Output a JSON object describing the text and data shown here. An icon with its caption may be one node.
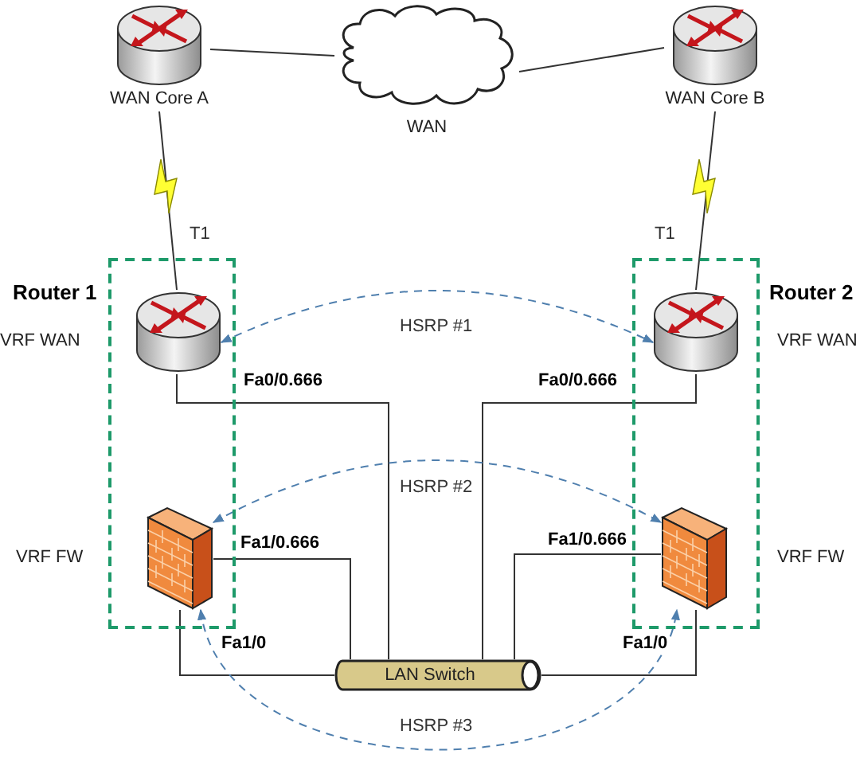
{
  "diagram": {
    "nodes": [
      {
        "text": [
          "WAN Core A"
        ]
      },
      {
        "text": [
          "WAN"
        ]
      },
      {
        "text": [
          "WAN Core B"
        ]
      },
      {
        "text": [
          "Router 1"
        ]
      },
      {
        "text": [],
        "shape": "picture",
        "in": 3,
        "beside": [
          "VRF WAN"
        ]
      },
      {
        "text": [],
        "shape": "picture",
        "in": 3,
        "beside": [
          "VRF FW"
        ]
      },
      {
        "text": [
          "Router 2"
        ]
      },
      {
        "text": [],
        "shape": "picture",
        "in": 6,
        "beside": [
          "VRF WAN"
        ]
      },
      {
        "text": [],
        "shape": "picture",
        "in": 6,
        "beside": [
          "VRF FW"
        ]
      },
      {
        "text": [
          "LAN Switch"
        ]
      }
    ],
    "edges": [
      {
        "from": 0,
        "to": 1,
        "arrow": "none"
      },
      {
        "from": 1,
        "to": 2,
        "arrow": "none"
      },
      {
        "from": 0,
        "to": 4,
        "arrow": "none",
        "label": "T1"
      },
      {
        "from": 2,
        "to": 7,
        "arrow": "none",
        "label": "T1"
      },
      {
        "from": 4,
        "to": 9,
        "arrow": "none",
        "label": "Fa0/0.666"
      },
      {
        "from": 7,
        "to": 9,
        "arrow": "none",
        "label": "Fa0/0.666"
      },
      {
        "from": 5,
        "to": 9,
        "arrow": "none",
        "label": "Fa1/0.666"
      },
      {
        "from": 5,
        "to": 9,
        "arrow": "none",
        "label": "Fa1/0"
      },
      {
        "from": 8,
        "to": 9,
        "arrow": "none",
        "label": "Fa1/0.666"
      },
      {
        "from": 8,
        "to": 9,
        "arrow": "none",
        "label": "Fa1/0"
      },
      {
        "from": 4,
        "to": 7,
        "arrow": "both",
        "label": "HSRP #1",
        "style": "dashed",
        "color": "#4f7fae"
      },
      {
        "from": 5,
        "to": 8,
        "arrow": "both",
        "label": "HSRP #2",
        "style": "dashed",
        "color": "#4f7fae"
      },
      {
        "from": 5,
        "to": 8,
        "arrow": "both",
        "label": "HSRP #3",
        "style": "dashed",
        "color": "#4f7fae"
      }
    ]
  }
}
